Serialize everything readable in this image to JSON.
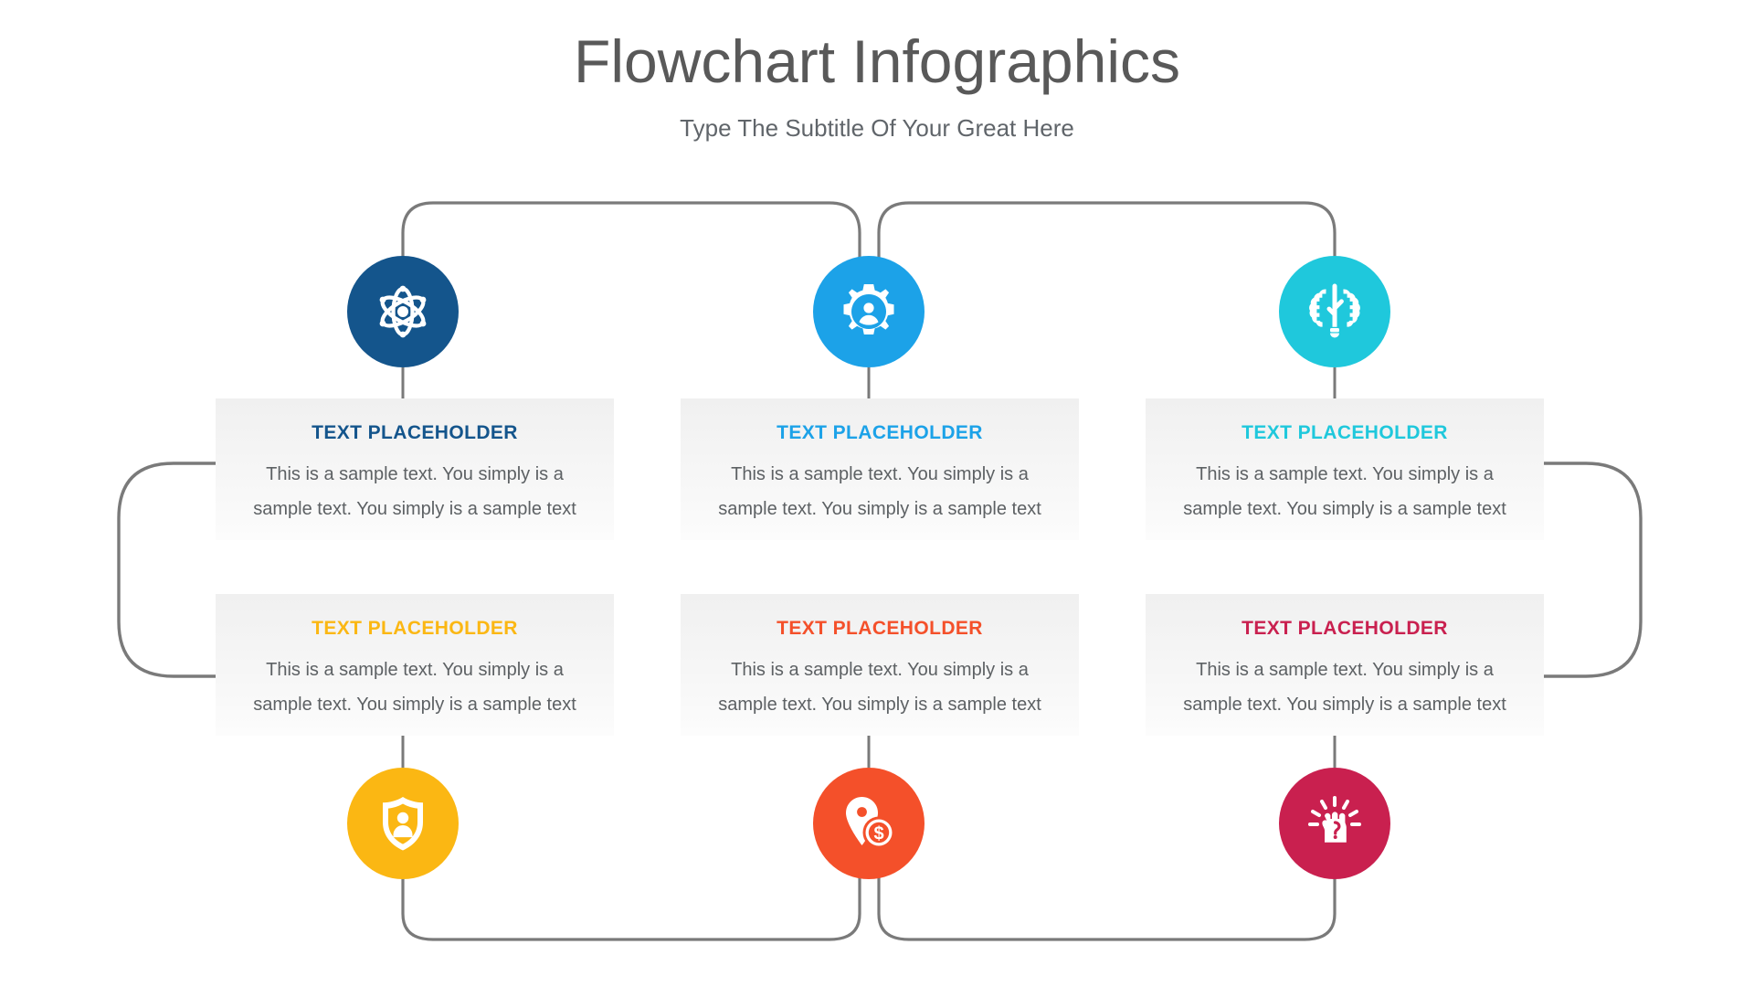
{
  "header": {
    "title": "Flowchart Infographics",
    "subtitle": "Type The Subtitle Of Your Great Here"
  },
  "colors": {
    "node1": "#14558C",
    "node2": "#1CA2E8",
    "node3": "#1FC8DC",
    "node4": "#FBB713",
    "node5": "#F4502A",
    "node6": "#C9204F",
    "connector": "#7a7a7a",
    "card_background": "#f2f2f2",
    "body_text": "#5d6164",
    "title_text": "#595959"
  },
  "nodes": [
    {
      "id": "node-1",
      "icon": "atom-icon",
      "color": "#14558C",
      "title": "TEXT PLACEHOLDER",
      "body": "This is a sample text. You simply is a sample text. You simply is a sample text"
    },
    {
      "id": "node-2",
      "icon": "gear-user-icon",
      "color": "#1CA2E8",
      "title": "TEXT PLACEHOLDER",
      "body": "This is a sample text. You simply is a sample text. You simply is a sample text"
    },
    {
      "id": "node-3",
      "icon": "brain-bulb-icon",
      "color": "#1FC8DC",
      "title": "TEXT PLACEHOLDER",
      "body": "This is a sample text. You simply is a sample text. You simply is a sample text"
    },
    {
      "id": "node-4",
      "icon": "shield-user-icon",
      "color": "#FBB713",
      "title": "TEXT PLACEHOLDER",
      "body": "This is a sample text. You simply is a sample text. You simply is a sample text"
    },
    {
      "id": "node-5",
      "icon": "location-pin-dollar-icon",
      "color": "#F4502A",
      "title": "TEXT PLACEHOLDER",
      "body": "This is a sample text. You simply is a sample text. You simply is a sample text"
    },
    {
      "id": "node-6",
      "icon": "hand-idea-icon",
      "color": "#C9204F",
      "title": "TEXT PLACEHOLDER",
      "body": "This is a sample text. You simply is a sample text. You simply is a sample text"
    }
  ]
}
